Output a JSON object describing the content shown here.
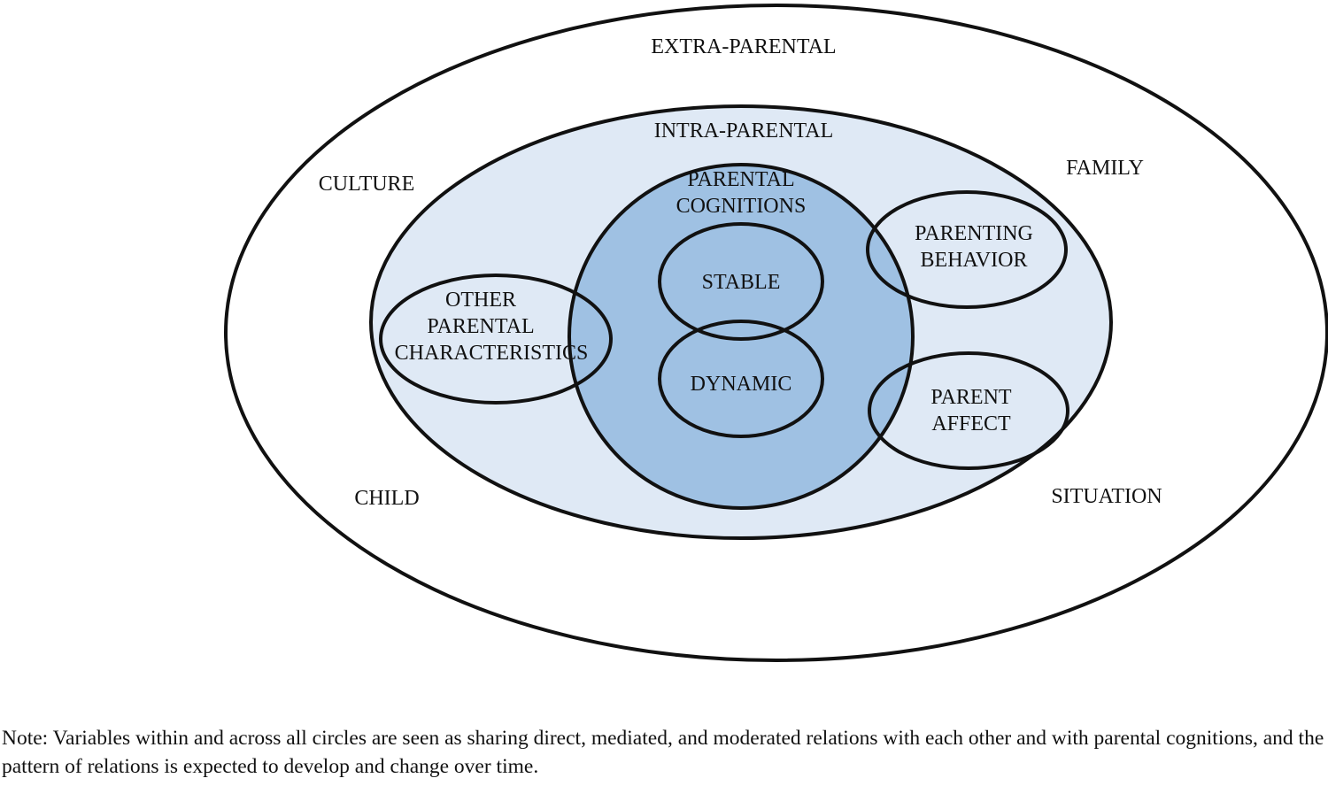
{
  "diagram": {
    "outer_label": "EXTRA-PARENTAL",
    "middle_label": "INTRA-PARENTAL",
    "context_labels": {
      "culture": "CULTURE",
      "family": "FAMILY",
      "child": "CHILD",
      "situation": "SITUATION"
    },
    "core": {
      "label_line1": "PARENTAL",
      "label_line2": "COGNITIONS",
      "stable": "STABLE",
      "dynamic": "DYNAMIC"
    },
    "satellites": {
      "other_line1": "OTHER",
      "other_line2": "PARENTAL",
      "other_line3": "CHARACTERISTICS",
      "behavior_line1": "PARENTING",
      "behavior_line2": "BEHAVIOR",
      "affect_line1": "PARENT",
      "affect_line2": "AFFECT"
    },
    "colors": {
      "outer_fill": "#ffffff",
      "middle_fill": "#dfe9f5",
      "core_fill": "#9fc1e3",
      "stroke": "#111111"
    }
  },
  "note": {
    "text": "Note: Variables within and across all circles are seen as sharing direct, mediated, and moderated relations with each other and with parental cognitions, and the pattern of relations is expected to develop and change over time."
  }
}
